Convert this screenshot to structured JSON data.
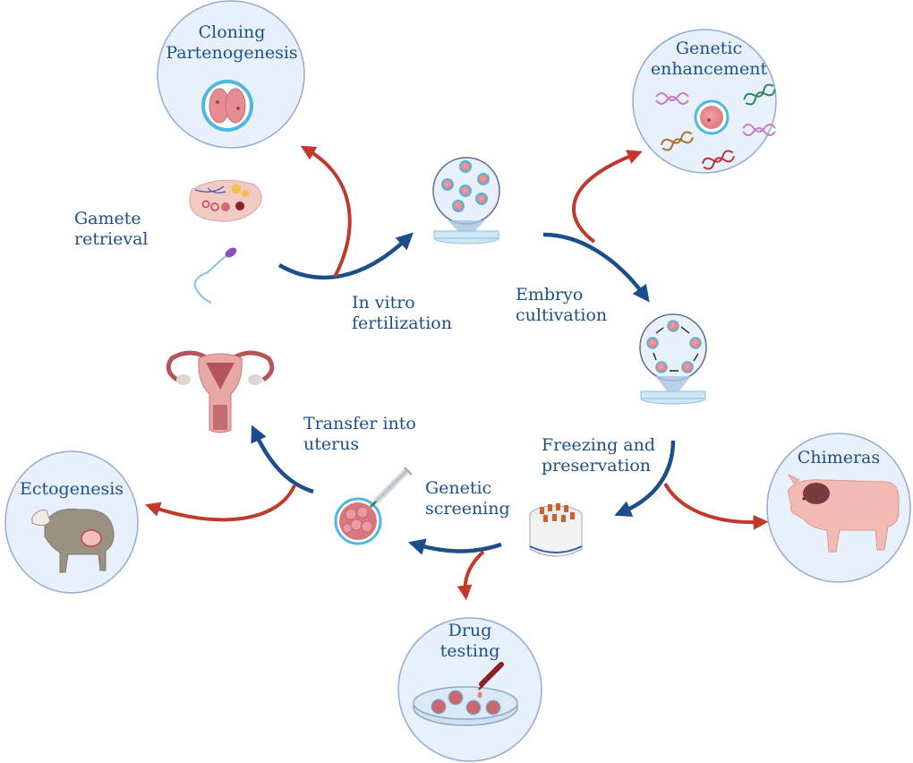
{
  "colors": {
    "text": "#1d4f8a",
    "main_arrow": "#1c4e8c",
    "branch_arrow": "#c0392b",
    "circle_fill": "#e8f0fb",
    "circle_stroke": "#93acd6",
    "cell_pink": "#e07b80",
    "cell_ring": "#4fb8e0"
  },
  "steps": [
    {
      "id": "gamete-retrieval",
      "lines": [
        "Gamete",
        "retrieval"
      ]
    },
    {
      "id": "in-vitro-fertilization",
      "lines": [
        "In vitro",
        "fertilization"
      ]
    },
    {
      "id": "embryo-cultivation",
      "lines": [
        "Embryo",
        "cultivation"
      ]
    },
    {
      "id": "freezing-preservation",
      "lines": [
        "Freezing and",
        "preservation"
      ]
    },
    {
      "id": "genetic-screening",
      "lines": [
        "Genetic",
        "screening"
      ]
    },
    {
      "id": "transfer-uterus",
      "lines": [
        "Transfer into",
        "uterus"
      ]
    }
  ],
  "applications": [
    {
      "id": "cloning",
      "lines": [
        "Cloning",
        "Partenogenesis"
      ]
    },
    {
      "id": "genetic-enhancement",
      "lines": [
        "Genetic",
        "enhancement"
      ]
    },
    {
      "id": "chimeras",
      "lines": [
        "Chimeras"
      ]
    },
    {
      "id": "drug-testing",
      "lines": [
        "Drug",
        "testing"
      ]
    },
    {
      "id": "ectogenesis",
      "lines": [
        "Ectogenesis"
      ]
    }
  ],
  "icons": [
    "ovary-icon",
    "sperm-icon",
    "uterus-icon",
    "ivf-dish-icon",
    "embryo-cycle-dish-icon",
    "cryo-tank-icon",
    "blastocyst-injection-icon",
    "two-cell-embryo-icon",
    "dna-strands-icon",
    "pig-icon",
    "sheep-icon",
    "petri-dish-dropper-icon"
  ]
}
